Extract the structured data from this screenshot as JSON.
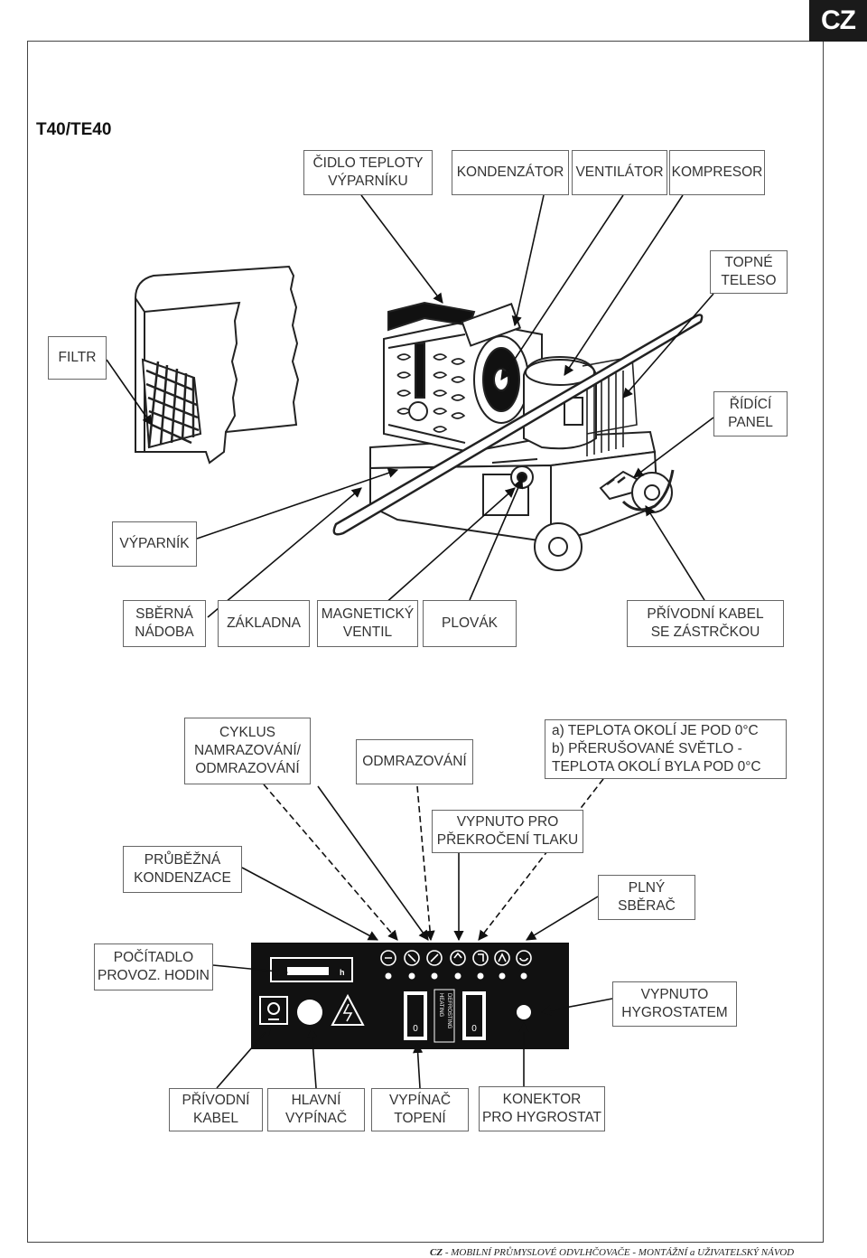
{
  "corner_tab": "CZ",
  "model_title": "T40/TE40",
  "labels": {
    "cidlo_teploty": "ČIDLO TEPLOTY\nVÝPARNÍKU",
    "kondenzator": "KONDENZÁTOR",
    "ventilator": "VENTILÁTOR",
    "kompresor": "KOMPRESOR",
    "topne_teleso": "TOPNÉ\nTELESO",
    "filtr": "FILTR",
    "ridici_panel": "ŘÍDÍCÍ\nPANEL",
    "vyparnik": "VÝPARNÍK",
    "sberna_nadoba": "SBĚRNÁ\nNÁDOBA",
    "zakladna": "ZÁKLADNA",
    "magneticky_ventil": "MAGNETICKÝ\nVENTIL",
    "plovak": "PLOVÁK",
    "privodni_kabel_zastrcka": "PŘÍVODNÍ KABEL\nSE ZÁSTRČKOU",
    "cyklus": "CYKLUS\nNAMRAZOVÁNÍ/\nODMRAZOVÁNÍ",
    "odmrazovani": "ODMRAZOVÁNÍ",
    "teplota_okoli": "a) TEPLOTA OKOLÍ JE POD 0°C\nb) PŘERUŠOVANÉ SVĚTLO -\n    TEPLOTA OKOLÍ BYLA POD 0°C",
    "vypnuto_tlak": "VYPNUTO PRO\nPŘEKROČENÍ TLAKU",
    "prubezna_kondenzace": "PRŮBĚŽNÁ\nKONDENZACE",
    "plny_sberac": "PLNÝ\nSBĚRAČ",
    "pocitadlo": "POČÍTADLO\nPROVOZ. HODIN",
    "vypnuto_hygrostatem": "VYPNUTO\nHYGROSTATEM",
    "privodni_kabel": "PŘÍVODNÍ\nKABEL",
    "hlavni_vypinac": "HLAVNÍ\nVYPÍNAČ",
    "vypinac_topeni": "VYPÍNAČ\nTOPENÍ",
    "konektor": "KONEKTOR\nPRO HYGROSTAT"
  },
  "panel": {
    "hours_unit": "h",
    "switch_zero_left": "0",
    "switch_zero_right": "0",
    "vertical_left": "HEATING",
    "vertical_right": "DEFROSTING"
  },
  "footer": {
    "prefix": "CZ",
    "text": " - MOBILNÍ PRŮMYSLOVÉ ODVLHČOVAČE -  MONTÁŽNÍ a UŽIVATELSKÝ NÁVOD"
  }
}
